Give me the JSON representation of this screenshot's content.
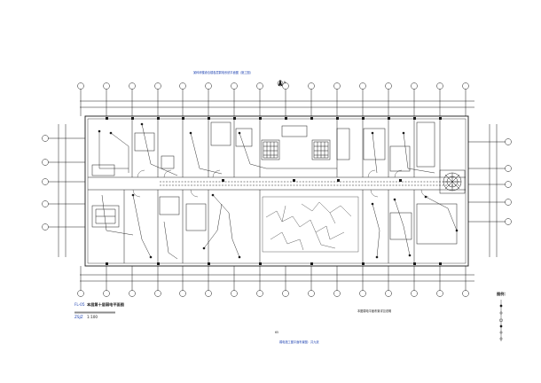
{
  "drawing": {
    "top_note": "某科研楼综合楼各层弱电系统平面图（施工图）",
    "north_mark": "N",
    "title_left_code": "FL-05",
    "title_main": "本层第十层弱电平面图",
    "title_code2": "ZSJZ",
    "scale": "1:100",
    "legend_label": "图例：",
    "note_center": "本图弱电平面布置详见说明",
    "page_mark": "65",
    "bottom_note": "弱电施工图平面布置图：共九张",
    "colors": {
      "line": "#1a1a1a",
      "accent": "#1a3fb0"
    }
  }
}
